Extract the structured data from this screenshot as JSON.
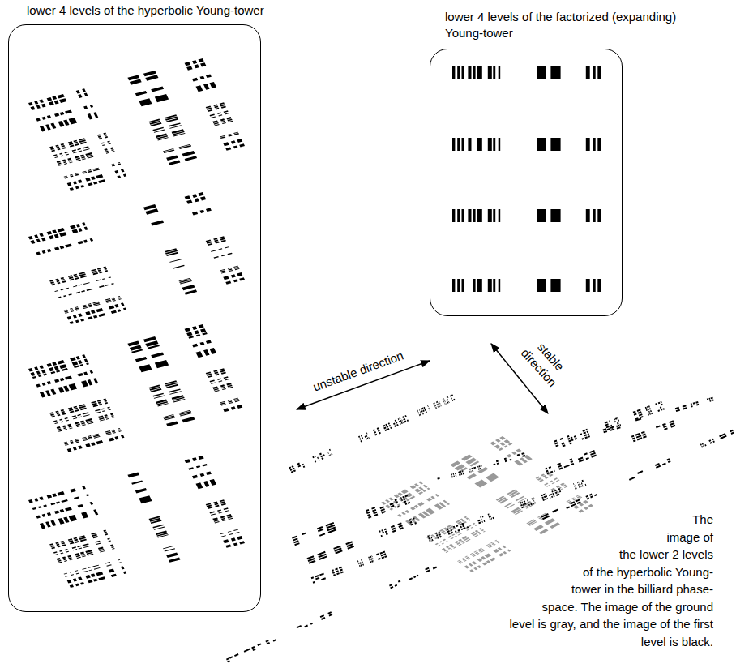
{
  "diagram": {
    "nodes": [
      {
        "text": [
          "lower 4 levels of the hyperbolic Young-tower"
        ]
      },
      {
        "text": [
          "lower 4 levels of the factorized (expanding) Young-tower"
        ]
      }
    ],
    "labels": [
      "unstable direction",
      "stable direction",
      "The image of the lower 2 levels of the hyperbolic Young-tower in the billiard phase-space. The image of the ground level is gray, and the image of the first level is black."
    ]
  }
}
